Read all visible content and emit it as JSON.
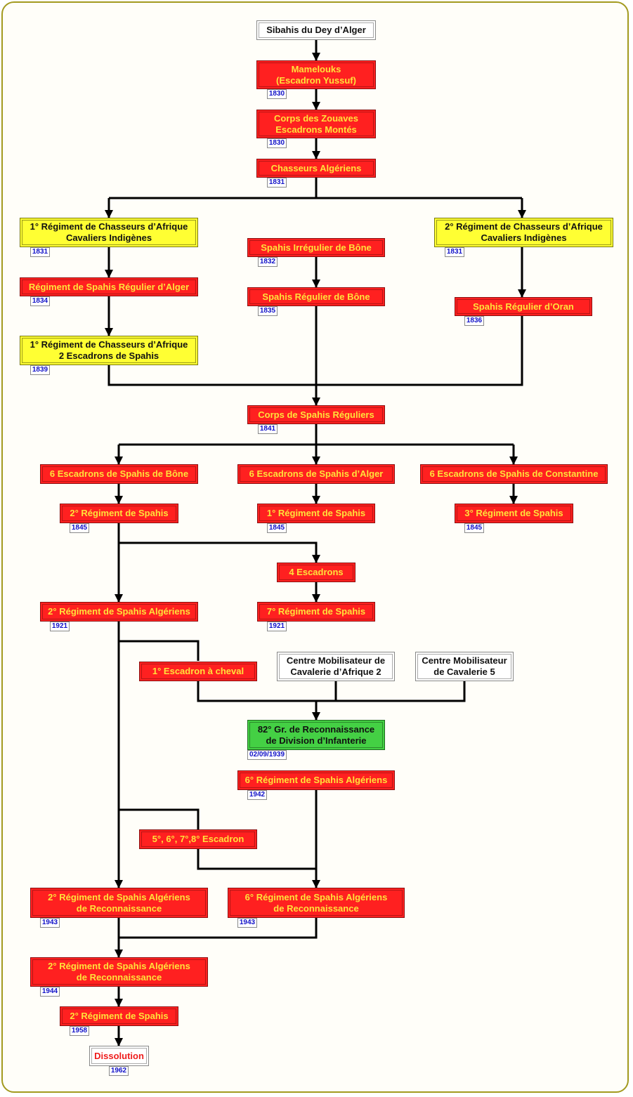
{
  "colors": {
    "red": "#ff2020",
    "yellow": "#ffff33",
    "white": "#ffffff",
    "green": "#44d044",
    "line": "#000000",
    "date_text": "#1010c8",
    "frame": "#a39a1f"
  },
  "nodes": {
    "sibahis": {
      "label": "Sibahis du Dey d’Alger"
    },
    "mamelouks": {
      "label": "Mamelouks\n(Escadron Yussuf)",
      "date": "1830"
    },
    "zouaves": {
      "label": "Corps des Zouaves\nEscadrons Montés",
      "date": "1830"
    },
    "chasseurs_alg": {
      "label": "Chasseurs Algériens",
      "date": "1831"
    },
    "rca1_cav": {
      "label": "1° Régiment de Chasseurs d’Afrique\nCavaliers Indigènes",
      "date": "1831"
    },
    "rca2_cav": {
      "label": "2° Régiment de Chasseurs d’Afrique\nCavaliers Indigènes",
      "date": "1831"
    },
    "spahis_irr_bone": {
      "label": "Spahis Irrégulier de Bône",
      "date": "1832"
    },
    "spahis_reg_alger": {
      "label": "Régiment de Spahis Régulier d’Alger",
      "date": "1834"
    },
    "spahis_reg_bone": {
      "label": "Spahis Régulier de Bône",
      "date": "1835"
    },
    "spahis_reg_oran": {
      "label": "Spahis Régulier d’Oran",
      "date": "1836"
    },
    "rca1_esc": {
      "label": "1° Régiment de Chasseurs d’Afrique\n2 Escadrons de Spahis",
      "date": "1839"
    },
    "corps_spahis": {
      "label": "Corps de Spahis Réguliers",
      "date": "1841"
    },
    "esc_bone": {
      "label": "6 Escadrons de Spahis de Bône"
    },
    "esc_alger": {
      "label": "6 Escadrons de Spahis d’Alger"
    },
    "esc_constantine": {
      "label": "6 Escadrons de Spahis de Constantine"
    },
    "rs2": {
      "label": "2° Régiment de Spahis",
      "date": "1845"
    },
    "rs1": {
      "label": "1° Régiment de Spahis",
      "date": "1845"
    },
    "rs3": {
      "label": "3° Régiment de Spahis",
      "date": "1845"
    },
    "esc4": {
      "label": "4 Escadrons"
    },
    "rsa2_1921": {
      "label": "2° Régiment de Spahis Algériens",
      "date": "1921"
    },
    "rs7": {
      "label": "7° Régiment de Spahis",
      "date": "1921"
    },
    "esc1_cheval": {
      "label": "1° Escadron à cheval"
    },
    "cm_afrique2": {
      "label": "Centre Mobilisateur de\nCavalerie d’Afrique 2"
    },
    "cm_cav5": {
      "label": "Centre Mobilisateur\nde Cavalerie 5"
    },
    "grdi82": {
      "label": "82° Gr. de Reconnaissance\nde Division d’Infanterie",
      "date": "02/09/1939"
    },
    "rsa6_1942": {
      "label": "6° Régiment de Spahis Algériens",
      "date": "1942"
    },
    "esc5678": {
      "label": "5°, 6°, 7°,8° Escadron"
    },
    "rsar2_1943": {
      "label": "2° Régiment de Spahis Algériens\nde Reconnaissance",
      "date": "1943"
    },
    "rsar6_1943": {
      "label": "6° Régiment de Spahis Algériens\nde Reconnaissance",
      "date": "1943"
    },
    "rsar2_1944": {
      "label": "2° Régiment de Spahis Algériens\nde Reconnaissance",
      "date": "1944"
    },
    "rs2_1958": {
      "label": "2° Régiment de Spahis",
      "date": "1958"
    },
    "dissolution": {
      "label": "Dissolution",
      "date": "1962"
    }
  }
}
